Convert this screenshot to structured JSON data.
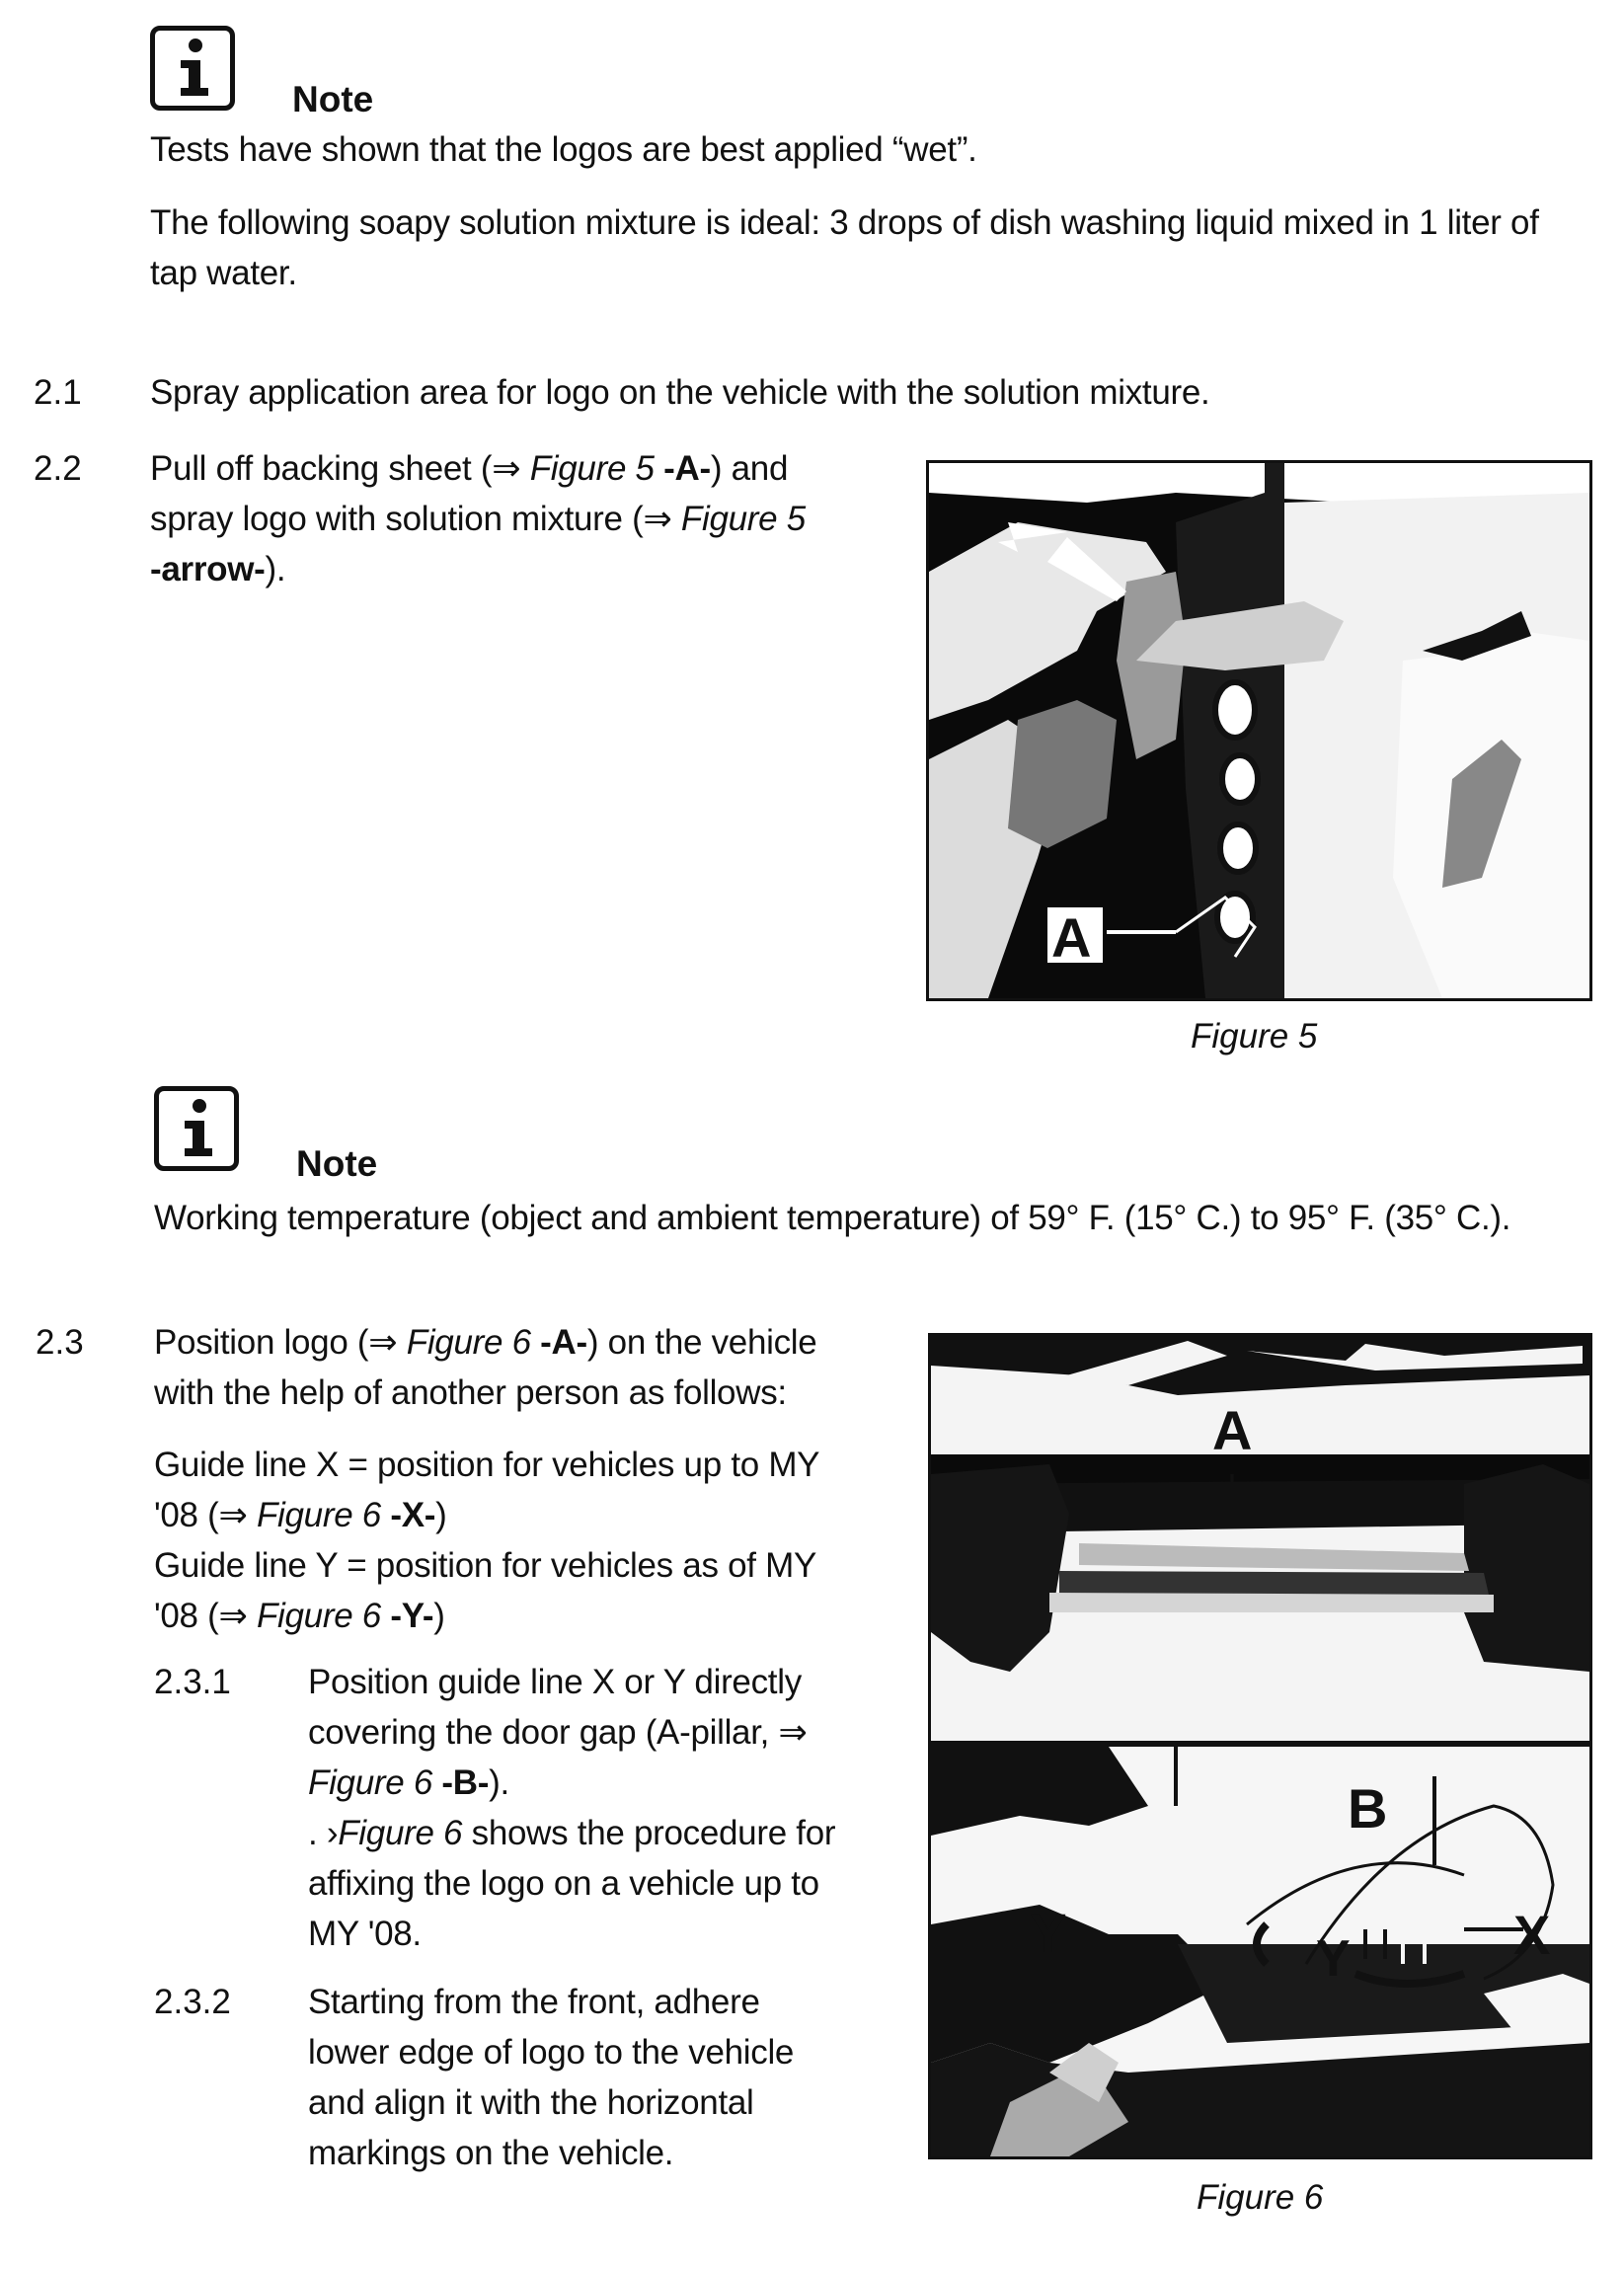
{
  "note1": {
    "title": "Note",
    "line1": "Tests have shown that the logos are best applied “wet”.",
    "line2a": "The following soapy solution mixture is ideal:  3 drops of dish washing liquid mixed in 1 liter of",
    "line2b": "tap water."
  },
  "step_2_1": {
    "num": "2.1",
    "text": "Spray application area for logo on the vehicle with the solution mixture."
  },
  "step_2_2": {
    "num": "2.2",
    "l1_pre": "Pull off backing sheet (⇒ ",
    "l1_fig": "Figure 5",
    "l1_bold": " -A-",
    "l1_post": ") and",
    "l2_pre": "spray logo with solution mixture (⇒ ",
    "l2_fig": "Figure 5",
    "l3_bold": "-arrow-",
    "l3_post": ")."
  },
  "figure5": {
    "caption": "Figure 5",
    "label_a": "A"
  },
  "note2": {
    "title": "Note",
    "text": "Working temperature (object and ambient temperature) of 59° F. (15° C.) to 95° F. (35° C.)."
  },
  "step_2_3": {
    "num": "2.3",
    "l1_pre": "Position logo (⇒ ",
    "l1_fig": "Figure 6",
    "l1_bold": " -A-",
    "l1_post": ") on the vehicle",
    "l2": "with the help of another person as follows:",
    "gx1": "Guide line X = position for vehicles up to MY",
    "gx2_pre": "'08 (⇒ ",
    "gx2_fig": "Figure 6",
    "gx2_bold": " -X-",
    "gx2_post": ")",
    "gy1": "Guide line Y = position for vehicles as of MY",
    "gy2_pre": "'08 (⇒ ",
    "gy2_fig": "Figure 6",
    "gy2_bold": " -Y-",
    "gy2_post": ")"
  },
  "step_2_3_1": {
    "num": "2.3.1",
    "l1": "Position guide line X or Y directly",
    "l2": "covering the door gap (A-pillar, ⇒",
    "l3_fig": "Figure 6",
    "l3_bold": " -B-",
    "l3_post": ").",
    "l4_pre": ". ›",
    "l4_fig": "Figure 6",
    "l4_post": " shows the procedure for",
    "l5": "affixing the logo on a vehicle up to",
    "l6": "MY '08."
  },
  "step_2_3_2": {
    "num": "2.3.2",
    "l1": "Starting from the front, adhere",
    "l2": "lower edge of logo to the vehicle",
    "l3": "and align it with the horizontal",
    "l4": "markings on the vehicle."
  },
  "figure6": {
    "caption": "Figure 6",
    "label_a": "A",
    "label_b": "B",
    "label_x": "X",
    "label_y": "Y",
    "label_y_small": "Y"
  }
}
